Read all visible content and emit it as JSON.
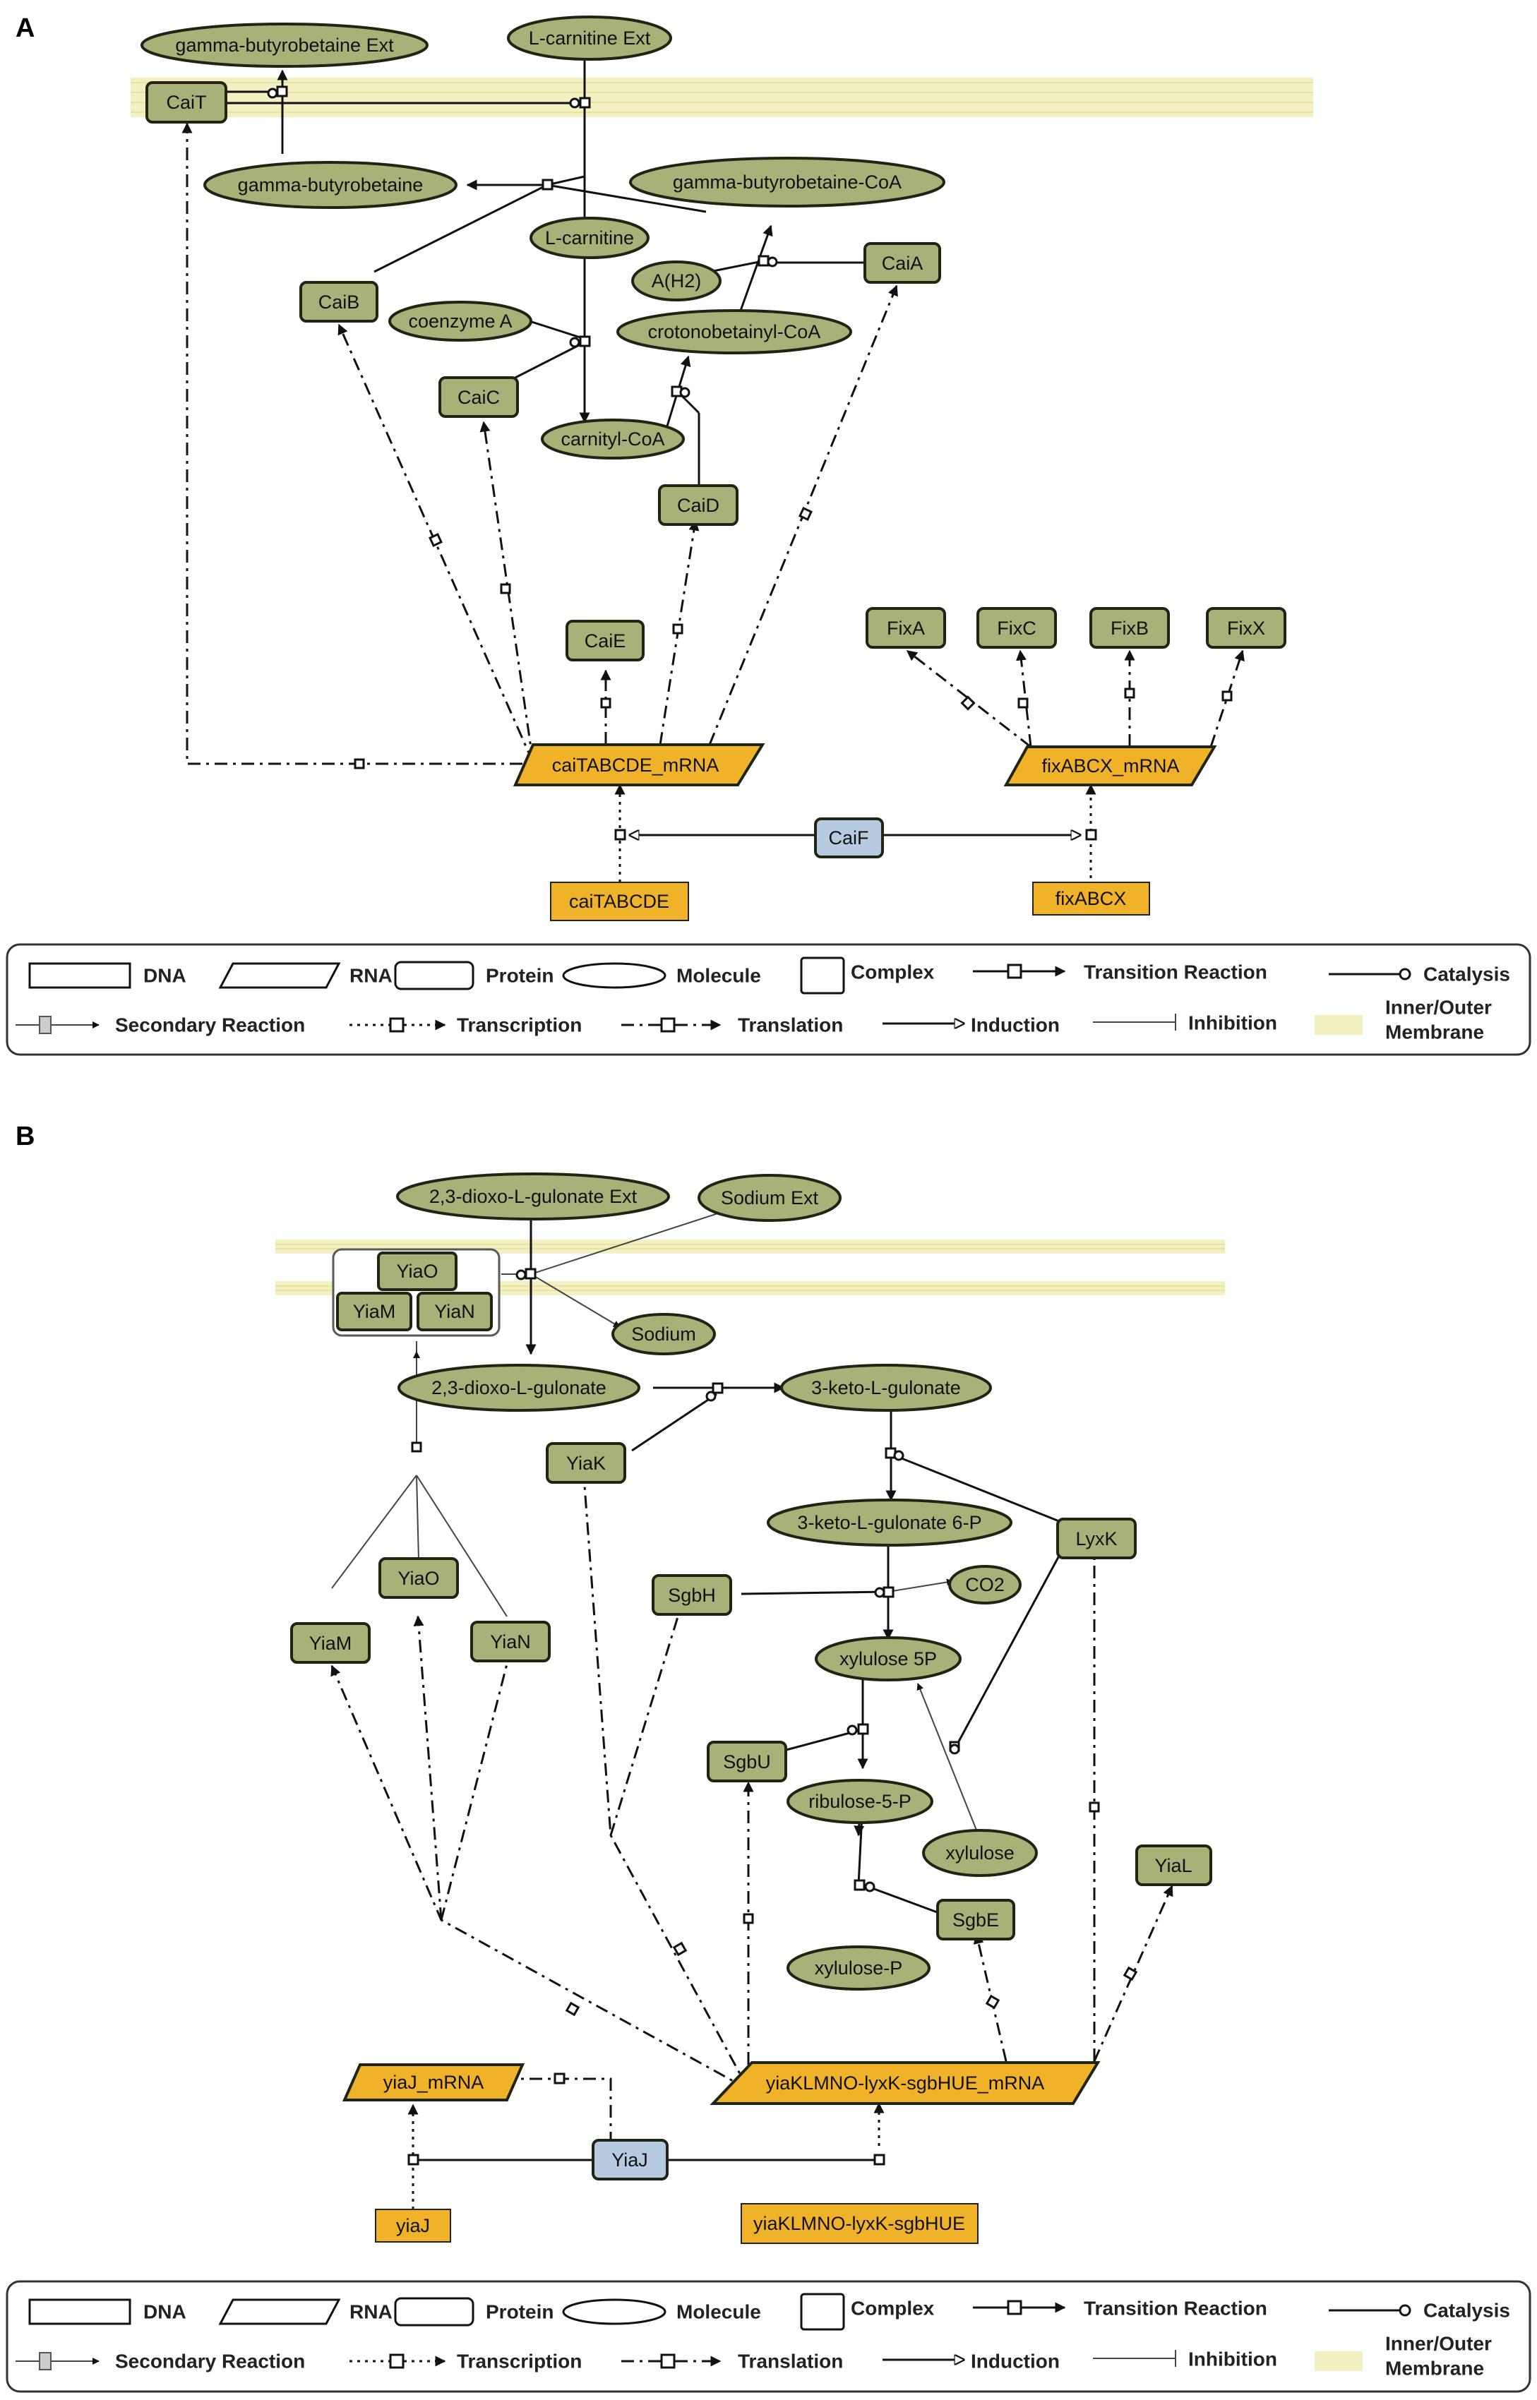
{
  "panels": {
    "a": "A",
    "b": "B"
  },
  "panelA": {
    "nodes": {
      "gbb_ext": "gamma-butyrobetaine Ext",
      "lcar_ext": "L-carnitine Ext",
      "cait": "CaiT",
      "gbb": "gamma-butyrobetaine",
      "gbb_coa": "gamma-butyrobetaine-CoA",
      "lcar": "L-carnitine",
      "caib": "CaiB",
      "ah2": "A(H2)",
      "caia": "CaiA",
      "coa": "coenzyme A",
      "croto": "crotonobetainyl-CoA",
      "caic": "CaiC",
      "carn_coa": "carnityl-CoA",
      "caid": "CaiD",
      "caie": "CaiE",
      "fixa": "FixA",
      "fixc": "FixC",
      "fixb": "FixB",
      "fixx": "FixX",
      "cai_mrna": "caiTABCDE_mRNA",
      "fix_mrna": "fixABCX_mRNA",
      "caif": "CaiF",
      "cai_dna": "caiTABCDE",
      "fix_dna": "fixABCX"
    }
  },
  "panelB": {
    "nodes": {
      "dkg_ext": "2,3-dioxo-L-gulonate Ext",
      "na_ext": "Sodium Ext",
      "yiao_c": "YiaO",
      "yiam_c": "YiaM",
      "yian_c": "YiaN",
      "sodium": "Sodium",
      "dkg": "2,3-dioxo-L-gulonate",
      "kg": "3-keto-L-gulonate",
      "yiak": "YiaK",
      "kg6p": "3-keto-L-gulonate 6-P",
      "lyxk": "LyxK",
      "yiao": "YiaO",
      "sgbh": "SgbH",
      "co2": "CO2",
      "yiam": "YiaM",
      "yian": "YiaN",
      "xyl5p": "xylulose 5P",
      "sgbu": "SgbU",
      "rib5p": "ribulose-5-P",
      "xylulose": "xylulose",
      "yial": "YiaL",
      "sgbe": "SgbE",
      "xylp": "xylulose-P",
      "yiaj_mrna": "yiaJ_mRNA",
      "yia_mrna": "yiaKLMNO-lyxK-sgbHUE_mRNA",
      "yiaj_reg": "YiaJ",
      "yiaj_dna": "yiaJ",
      "yia_dna": "yiaKLMNO-lyxK-sgbHUE"
    }
  },
  "legend": {
    "dna": "DNA",
    "rna": "RNA",
    "protein": "Protein",
    "molecule": "Molecule",
    "complex": "Complex",
    "transition": "Transition Reaction",
    "catalysis": "Catalysis",
    "secondary": "Secondary Reaction",
    "transcription": "Transcription",
    "translation": "Translation",
    "induction": "Induction",
    "inhibition": "Inhibition",
    "membrane1": "Inner/Outer",
    "membrane2": "Membrane"
  },
  "colors": {
    "molecule_fill": "#a8b278",
    "gene_fill": "#f0b229",
    "regulator_fill": "#b7cbe0",
    "membrane_fill": "#f3f0c2"
  }
}
